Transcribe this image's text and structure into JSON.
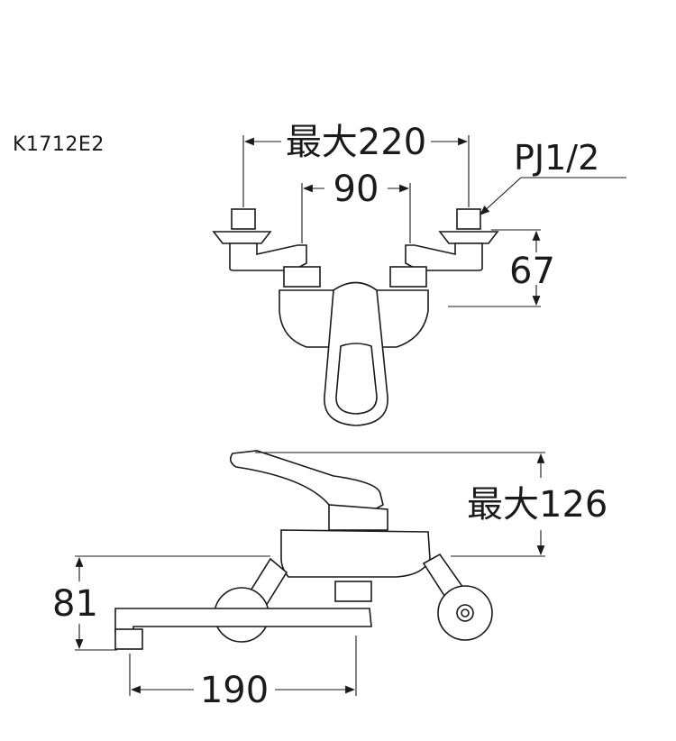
{
  "model_number": "K1712E2",
  "top_view": {
    "dim_max_width": "最大220",
    "dim_center": "90",
    "dim_thread": "PJ1/2",
    "dim_height": "67"
  },
  "side_view": {
    "dim_max_height": "最大126",
    "dim_spout_height": "81",
    "dim_spout_reach": "190"
  }
}
